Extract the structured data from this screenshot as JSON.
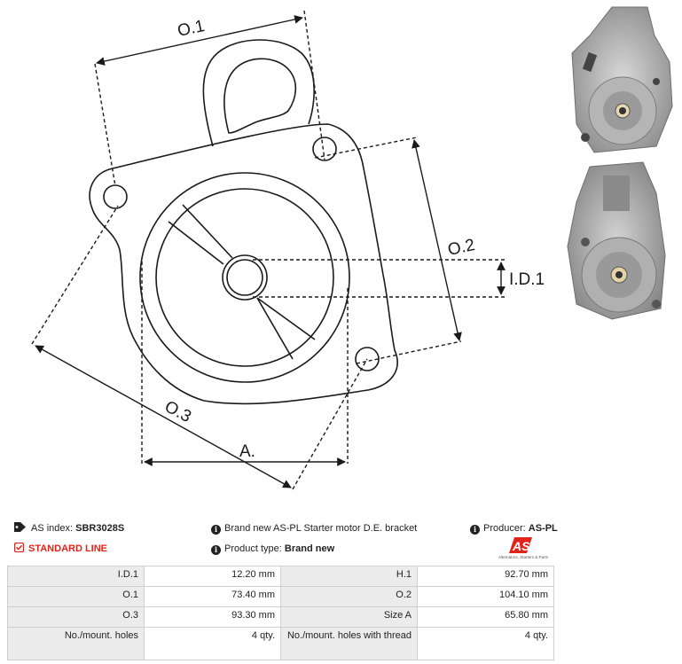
{
  "drawing": {
    "labels": {
      "o1": "O.1",
      "o2": "O.2",
      "o3": "O.3",
      "id1": "I.D.1",
      "a": "A."
    }
  },
  "info": {
    "as_index_label": "AS index:",
    "as_index_value": "SBR3028S",
    "description": "Brand new AS-PL Starter motor D.E. bracket",
    "producer_label": "Producer:",
    "producer_value": "AS-PL",
    "line_label": "STANDARD LINE",
    "product_type_label": "Product type:",
    "product_type_value": "Brand new",
    "logo_text": "AS",
    "logo_subtext": "Alternators, Starters & Parts"
  },
  "specs": [
    {
      "l1": "I.D.1",
      "v1": "12.20 mm",
      "l2": "H.1",
      "v2": "92.70 mm"
    },
    {
      "l1": "O.1",
      "v1": "73.40 mm",
      "l2": "O.2",
      "v2": "104.10 mm"
    },
    {
      "l1": "O.3",
      "v1": "93.30 mm",
      "l2": "Size A",
      "v2": "65.80 mm"
    },
    {
      "l1": "No./mount. holes",
      "v1": "4 qty.",
      "l2": "No./mount. holes with thread",
      "v2": "4 qty."
    }
  ],
  "colors": {
    "accent": "#e2231a",
    "table_label_bg": "#ececec",
    "border": "#cfcfcf"
  },
  "icons": [
    "tag-icon",
    "info-icon",
    "check-square-icon",
    "as-pl-logo"
  ]
}
